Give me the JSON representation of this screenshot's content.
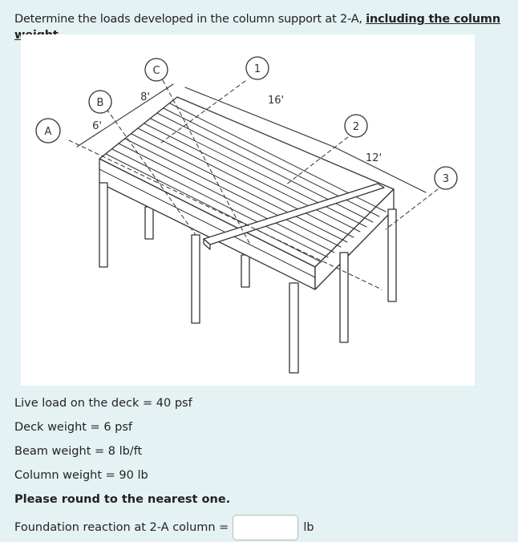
{
  "question": {
    "prefix": "Determine the loads developed in the column support at 2-A, ",
    "emphasis": "including the column weight",
    "suffix": "."
  },
  "figure": {
    "grid_labels": {
      "a": "A",
      "b": "B",
      "c": "C",
      "one": "1",
      "two": "2",
      "three": "3"
    },
    "dimensions": {
      "span_ab": "6'",
      "span_bc": "8'",
      "span_12": "16'",
      "span_23": "12'"
    }
  },
  "loads": [
    "Live load on the deck = 40 psf",
    "Deck weight = 6 psf",
    "Beam weight = 8 lb/ft",
    "Column weight = 90 lb"
  ],
  "note": "Please round to the nearest one.",
  "answer": {
    "label": "Foundation reaction at 2-A column =",
    "value": "",
    "unit": "lb"
  }
}
